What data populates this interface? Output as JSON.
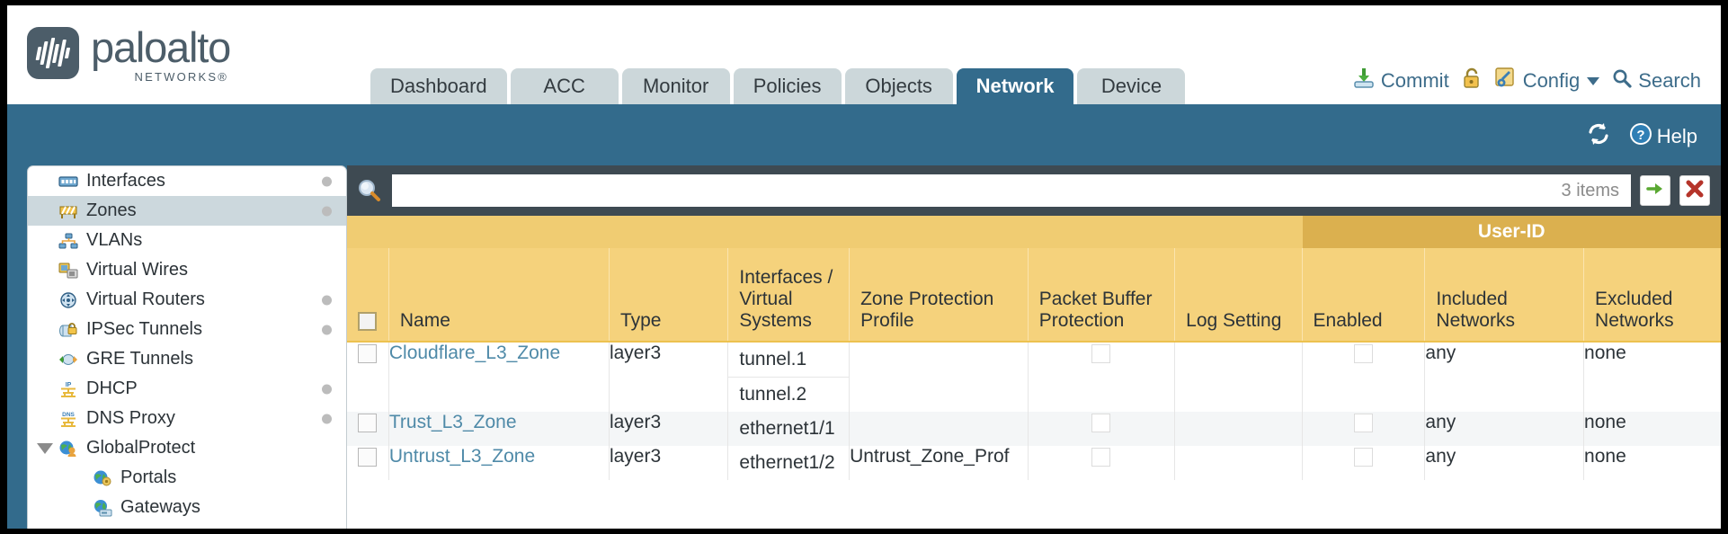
{
  "brand": {
    "name": "paloalto",
    "tagline": "NETWORKS®",
    "logo_color": "#4c5d69"
  },
  "header": {
    "tabs": [
      {
        "label": "Dashboard",
        "active": false
      },
      {
        "label": "ACC",
        "active": false
      },
      {
        "label": "Monitor",
        "active": false
      },
      {
        "label": "Policies",
        "active": false
      },
      {
        "label": "Objects",
        "active": false
      },
      {
        "label": "Network",
        "active": true
      },
      {
        "label": "Device",
        "active": false
      }
    ],
    "active_tab_color": "#336b8c",
    "tab_color": "#ccd7da",
    "actions": [
      {
        "label": "Commit",
        "icon": "commit-download-icon"
      },
      {
        "label": "",
        "icon": "lock-icon"
      },
      {
        "label": "Config",
        "icon": "config-wrench-icon",
        "has_dropdown": true
      },
      {
        "label": "Search",
        "icon": "search-magnifier-icon"
      }
    ],
    "utility": {
      "refresh_label": "",
      "refresh_icon": "refresh-icon",
      "help_label": "Help",
      "help_icon": "help-question-icon"
    }
  },
  "sidebar": {
    "items": [
      {
        "label": "Interfaces",
        "icon": "interfaces-icon",
        "selected": false,
        "dot": true,
        "child": false,
        "expander": false
      },
      {
        "label": "Zones",
        "icon": "zones-icon",
        "selected": true,
        "dot": true,
        "child": false,
        "expander": false
      },
      {
        "label": "VLANs",
        "icon": "vlans-icon",
        "selected": false,
        "dot": false,
        "child": false,
        "expander": false
      },
      {
        "label": "Virtual Wires",
        "icon": "virtual-wires-icon",
        "selected": false,
        "dot": false,
        "child": false,
        "expander": false
      },
      {
        "label": "Virtual Routers",
        "icon": "virtual-routers-icon",
        "selected": false,
        "dot": true,
        "child": false,
        "expander": false
      },
      {
        "label": "IPSec Tunnels",
        "icon": "ipsec-tunnels-icon",
        "selected": false,
        "dot": true,
        "child": false,
        "expander": false
      },
      {
        "label": "GRE Tunnels",
        "icon": "gre-tunnels-icon",
        "selected": false,
        "dot": false,
        "child": false,
        "expander": false
      },
      {
        "label": "DHCP",
        "icon": "dhcp-icon",
        "selected": false,
        "dot": true,
        "child": false,
        "expander": false
      },
      {
        "label": "DNS Proxy",
        "icon": "dns-proxy-icon",
        "selected": false,
        "dot": true,
        "child": false,
        "expander": false
      },
      {
        "label": "GlobalProtect",
        "icon": "globalprotect-icon",
        "selected": false,
        "dot": false,
        "child": false,
        "expander": true
      },
      {
        "label": "Portals",
        "icon": "portals-icon",
        "selected": false,
        "dot": false,
        "child": true,
        "expander": false
      },
      {
        "label": "Gateways",
        "icon": "gateways-icon",
        "selected": false,
        "dot": false,
        "child": true,
        "expander": false
      }
    ]
  },
  "search": {
    "value": "",
    "placeholder": "",
    "icon": "search-magnifier-icon",
    "items_count": "3 items",
    "apply_icon": "green-arrow-icon",
    "clear_icon": "red-x-icon"
  },
  "table": {
    "group_header": {
      "label": "User-ID",
      "span": 3,
      "color": "#dbb04f"
    },
    "header_color": "#f5d27c",
    "columns": [
      "Name",
      "Type",
      "Interfaces / Virtual Systems",
      "Zone Protection Profile",
      "Packet Buffer Protection",
      "Log Setting",
      "Enabled",
      "Included Networks",
      "Excluded Networks"
    ],
    "rows": [
      {
        "selected": false,
        "name": "Cloudflare_L3_Zone",
        "type": "layer3",
        "interfaces": [
          "tunnel.1",
          "tunnel.2"
        ],
        "zone_protection_profile": "",
        "packet_buffer_protection": false,
        "log_setting": "",
        "user_id_enabled": false,
        "included_networks": "any",
        "excluded_networks": "none"
      },
      {
        "selected": false,
        "name": "Trust_L3_Zone",
        "type": "layer3",
        "interfaces": [
          "ethernet1/1"
        ],
        "zone_protection_profile": "",
        "packet_buffer_protection": false,
        "log_setting": "",
        "user_id_enabled": false,
        "included_networks": "any",
        "excluded_networks": "none"
      },
      {
        "selected": false,
        "name": "Untrust_L3_Zone",
        "type": "layer3",
        "interfaces": [
          "ethernet1/2"
        ],
        "zone_protection_profile": "Untrust_Zone_Prof",
        "packet_buffer_protection": false,
        "log_setting": "",
        "user_id_enabled": false,
        "included_networks": "any",
        "excluded_networks": "none"
      }
    ]
  }
}
